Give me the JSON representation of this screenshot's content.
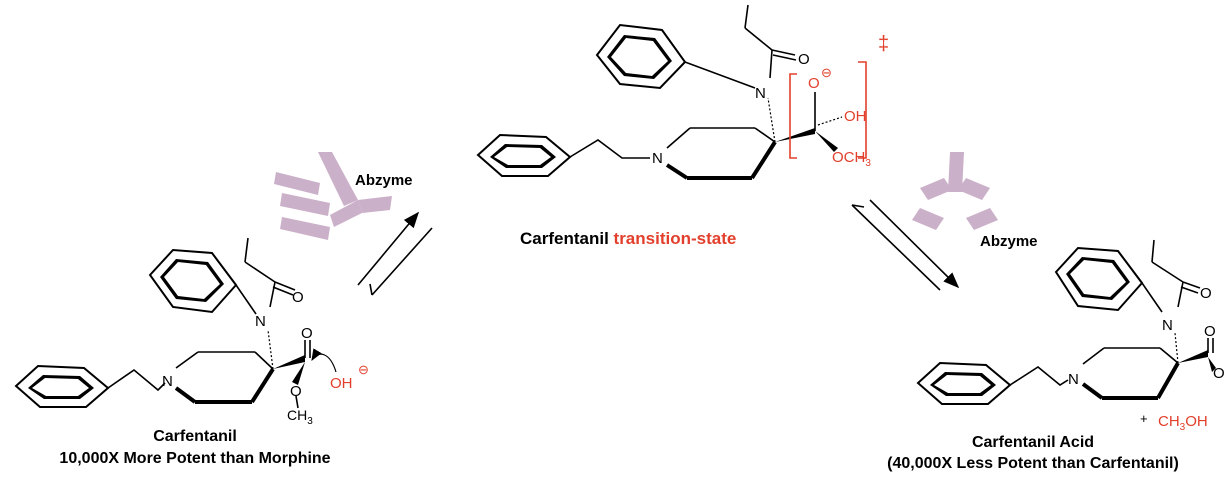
{
  "colors": {
    "red": "#e2402c",
    "abzyme": "#cbb0c9",
    "bond": "#000000"
  },
  "labels": {
    "ts_name": "Carfentanil",
    "ts_highlight": "transition-state",
    "abzyme_left": "Abzyme",
    "abzyme_right": "Abzyme",
    "carf_name": "Carfentanil",
    "carf_potency": "10,000X More Potent than Morphine",
    "acid_name": "Carfentanil Acid",
    "acid_potency": "(40,000X Less Potent than Carfentanil)"
  },
  "atoms": {
    "carf": {
      "O_acyl": "O",
      "N_amide": "N",
      "N_pip": "N",
      "O_carbonyl": "O",
      "O_ester": "O",
      "methyl": "CH",
      "methyl_sub": "3",
      "hydroxide": "OH",
      "charge": "⊖"
    },
    "ts": {
      "O_acyl": "O",
      "N_amide": "N",
      "N_pip": "N",
      "O_minus": "O",
      "charge": "⊖",
      "OH": "OH",
      "OMe": "OCH",
      "OMe_sub": "3",
      "dagger": "‡"
    },
    "acid": {
      "O_acyl": "O",
      "N_amide": "N",
      "N_pip": "N",
      "O_carbonyl": "O",
      "OH": "OH",
      "plus": "+",
      "methanol": "CH",
      "methanol_sub": "3",
      "methanol_tail": "OH"
    }
  }
}
